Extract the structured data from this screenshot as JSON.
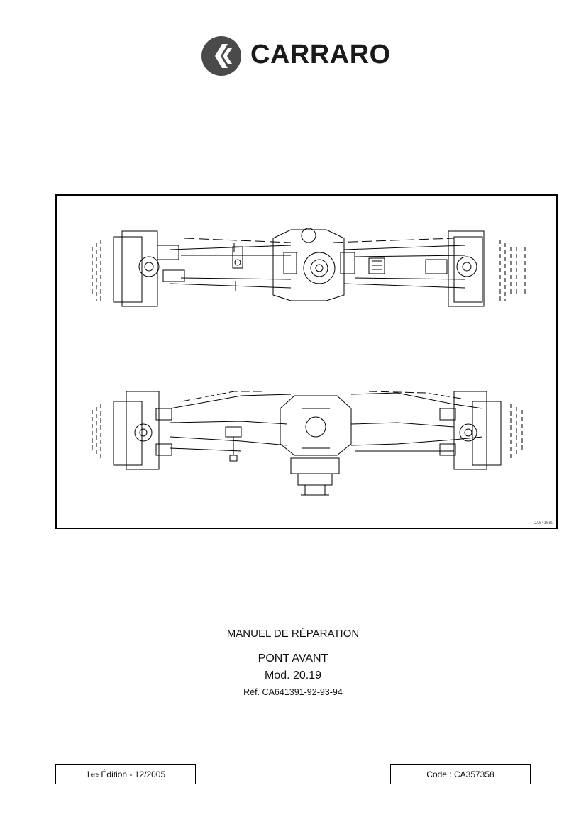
{
  "brand": {
    "name": "CARRARO",
    "logo_color": "#4a4a4a",
    "icon": "carraro-c-logo-icon"
  },
  "figure": {
    "code": "CA641680",
    "views": [
      "top-view-axle-drawing",
      "front-view-axle-drawing"
    ]
  },
  "title": {
    "doc_type": "MANUEL DE RÉPARATION",
    "product": "PONT AVANT",
    "model": "Mod. 20.19",
    "reference": "Réf. CA641391-92-93-94"
  },
  "footer": {
    "edition_number": "1",
    "edition_sup": "ère",
    "edition_text": " Édition - 12/2005",
    "code": "Code : CA357358"
  }
}
